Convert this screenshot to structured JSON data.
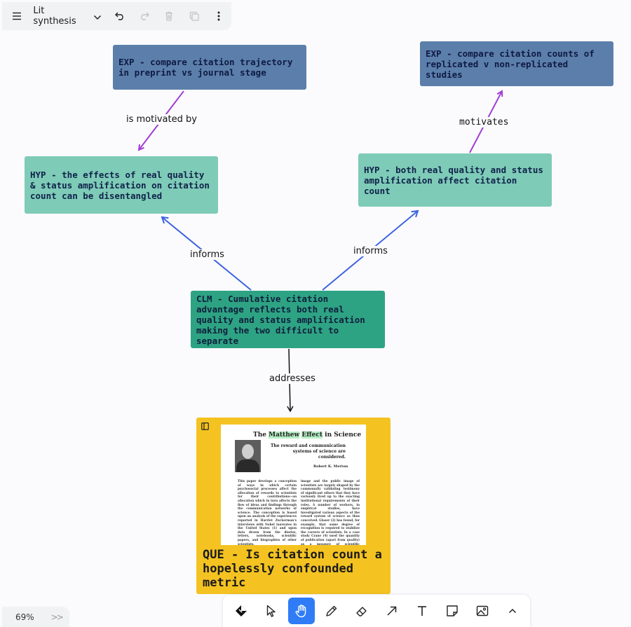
{
  "toolbar": {
    "menu_icon": "hamburger-icon",
    "document_title": "Lit synthesis",
    "undo_icon": "undo-icon",
    "redo_icon": "redo-icon",
    "delete_icon": "trash-icon",
    "duplicate_icon": "duplicate-icon",
    "more_icon": "more-vertical-icon"
  },
  "nodes": {
    "exp_preprint": "EXP - compare citation trajectory in preprint vs journal stage",
    "exp_replicated": "EXP - compare citation counts of replicated v non-replicated studies",
    "hyp_disentangled": "HYP - the effects of real quality & status amplification on citation count can be disentangled",
    "hyp_both": "HYP - both real quality and status amplification affect citation count",
    "clm_cumulative": "CLM - Cumulative citation advantage reflects both real quality and status amplification making the two difficult to separate",
    "que_confounded": "QUE - Is citation count a hopelessly confounded metric"
  },
  "edges": {
    "is_motivated_by": "is motivated by",
    "motivates": "motivates",
    "informs_left": "informs",
    "informs_right": "informs",
    "addresses": "addresses"
  },
  "paper": {
    "title_word1": "The",
    "title_word2": "Matthew",
    "title_word3": "Effect",
    "title_rest": "in Science",
    "subtitle": "The reward and communication systems of science are considered.",
    "author": "Robert K. Merton",
    "col1": "This paper develops a conception of ways in which certain psychosocial processes affect the allocation of rewards to scientists for their contributions—an allocation which in turn affects the flow of ideas and findings through the communication networks of science. The conception is based upon an analysis of the experiences reported in Harriet Zuckerman's interviews with Nobel laureates in the United States (1) and upon data drawn from the diaries, letters, notebooks, scientific papers, and biographies of other scientists.",
    "col2": "image and the public image of scientists are largely shaped by the communally validating testimony of significant others that they have variously lived up to the exacting institutional requirements of their roles. A number of workers, in empirical studies, have investigated various aspects of the reward system of science as thus conceived. Glaser (2) has found, for example, that some degree of recognition is required to stabilize the careers of scientists. In a case study Crane (4) used the quantity of publication (apart from quality) as a measure of scientific productivity and found that"
  },
  "bottom_tools": [
    "sticker-icon",
    "select-icon",
    "hand-icon",
    "pencil-icon",
    "eraser-icon",
    "arrow-icon",
    "text-icon",
    "note-icon",
    "image-icon",
    "chevron-up-icon"
  ],
  "zoom": {
    "level": "69%",
    "expand": ">>"
  },
  "colors": {
    "exp": "#5b7faa",
    "hyp": "#7ecbb7",
    "clm": "#2ea383",
    "que": "#f4c322",
    "arrow_purple": "#a13fd6",
    "arrow_blue": "#3d63e0",
    "active_tool": "#2f7cf6"
  }
}
